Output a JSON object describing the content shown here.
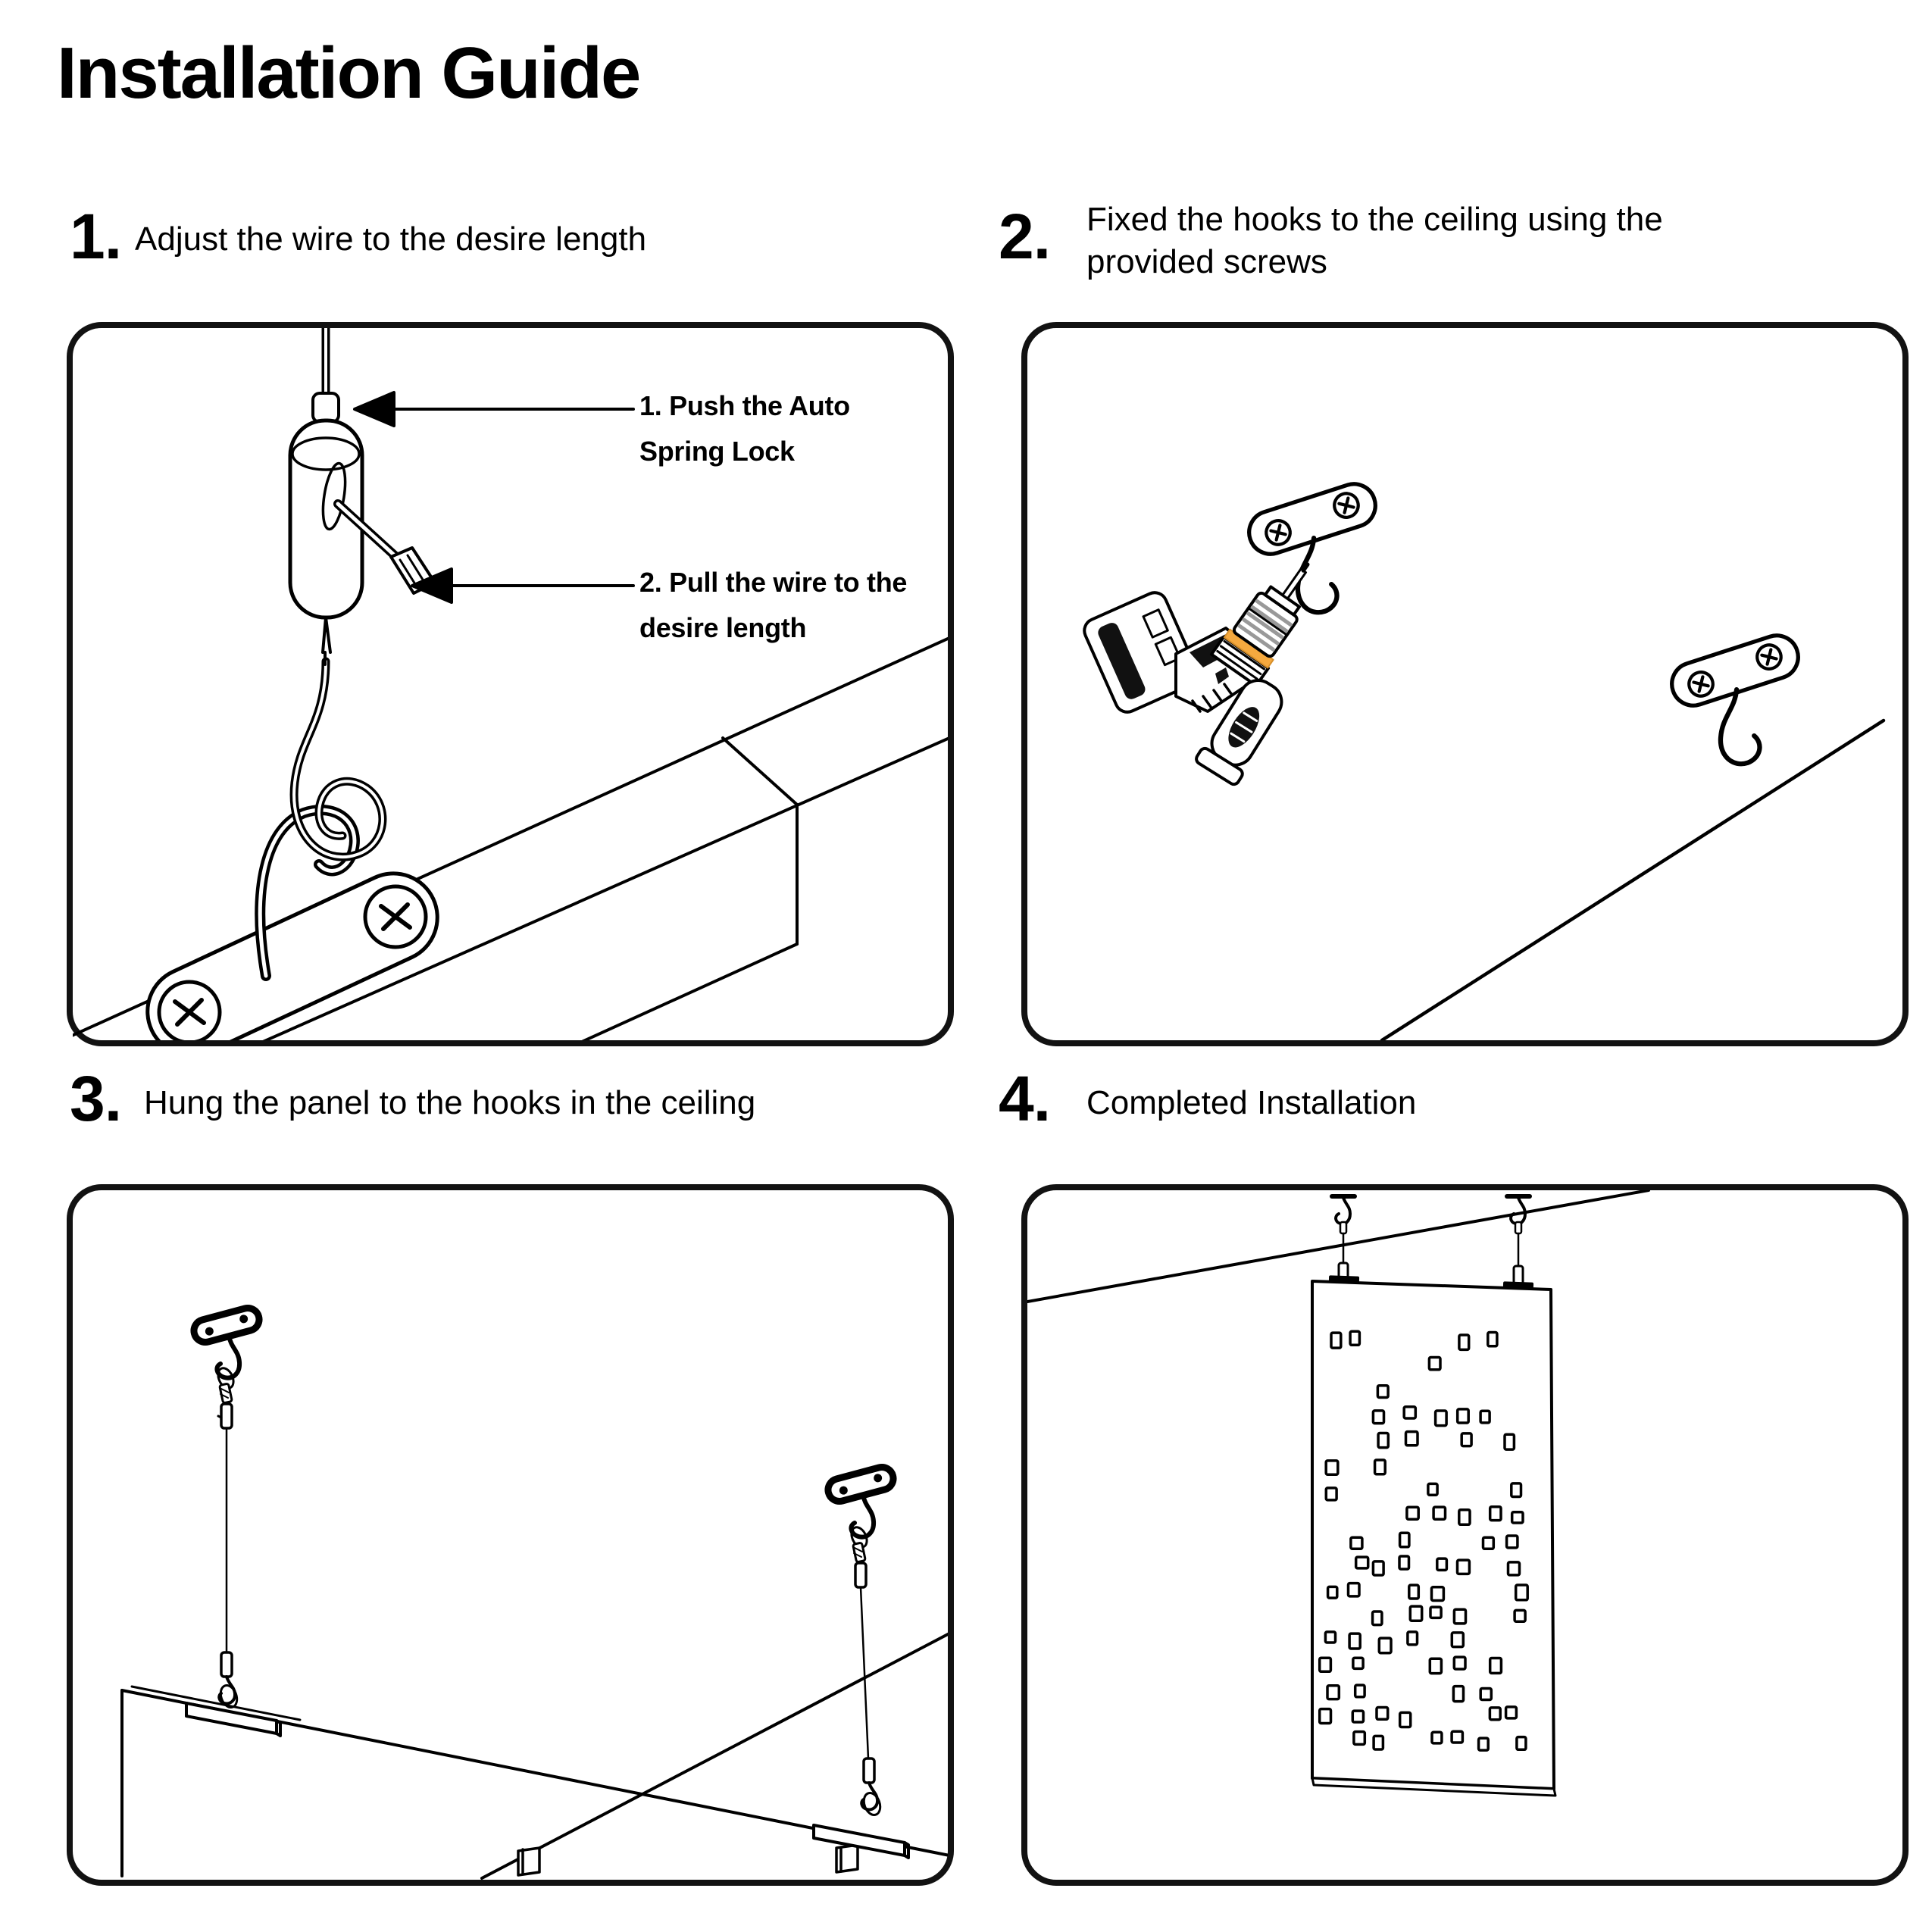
{
  "page": {
    "title": "Installation Guide"
  },
  "steps": [
    {
      "number": "1.",
      "label": "Adjust the wire to the desire length"
    },
    {
      "number": "2.",
      "label": "Fixed the hooks to the ceiling using the provided screws"
    },
    {
      "number": "3.",
      "label": "Hung the panel to the hooks in the ceiling"
    },
    {
      "number": "4.",
      "label": "Completed Installation"
    }
  ],
  "panel1": {
    "annotations": [
      {
        "line1": "1.  Push the Auto",
        "line2": "Spring Lock"
      },
      {
        "line1": "2.  Pull the wire to the",
        "line2": "desire length"
      }
    ]
  },
  "colors": {
    "ink": "#000000",
    "drill_accent_orange": "#F5A93F",
    "drill_chuck_gray": "#999999"
  }
}
